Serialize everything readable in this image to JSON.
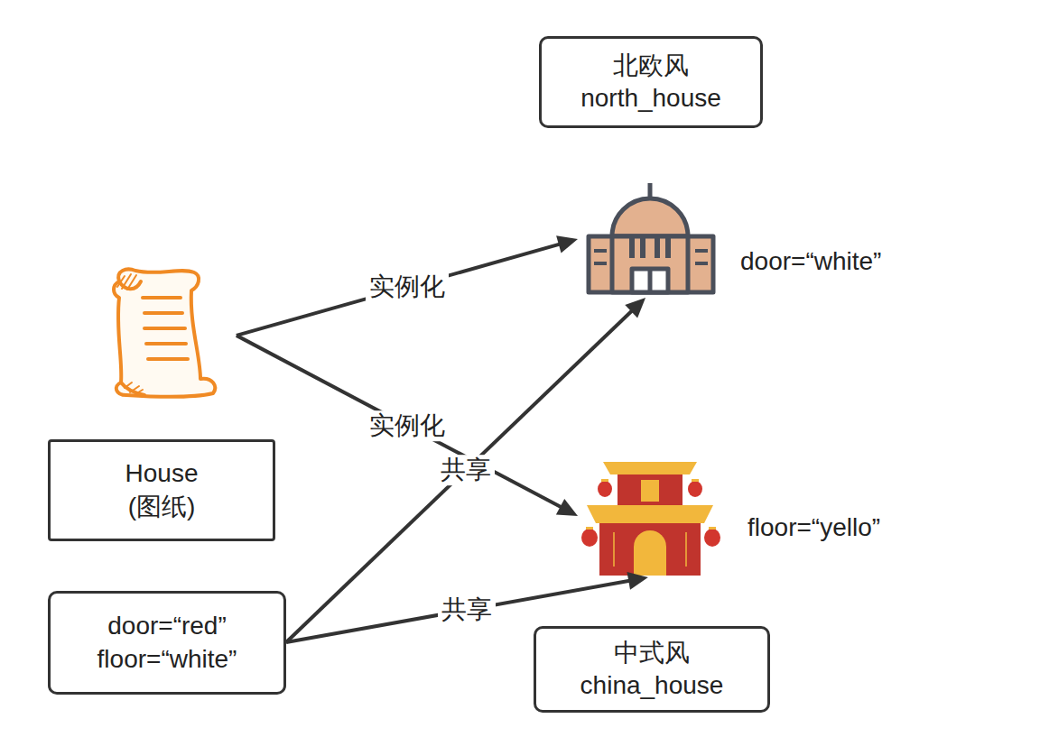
{
  "diagram": {
    "nodes": [
      {
        "text": [
          "北欧风 north_house"
        ]
      },
      {
        "text": [
          "door=“white”"
        ]
      },
      {
        "text": [
          "House (图纸)"
        ]
      },
      {
        "text": [
          "floor=“yello”"
        ]
      },
      {
        "text": [
          "door=“red” floor=“white”"
        ]
      },
      {
        "text": [
          "中式风 china_house"
        ]
      }
    ],
    "edges": [
      {
        "from": 2,
        "to": 1,
        "arrow": "to",
        "label": "实例化"
      },
      {
        "from": 2,
        "to": 3,
        "arrow": "to",
        "label": "实例化"
      },
      {
        "from": 4,
        "to": 1,
        "arrow": "to",
        "label": "共享"
      },
      {
        "from": 4,
        "to": 3,
        "arrow": "to",
        "label": "共享"
      }
    ]
  }
}
